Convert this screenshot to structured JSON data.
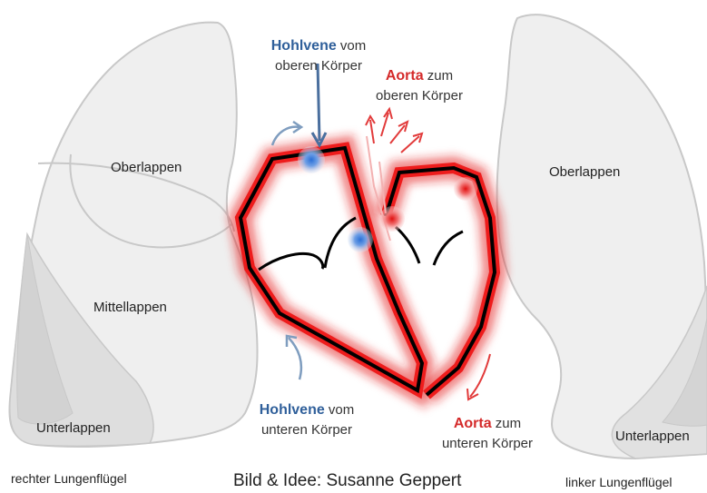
{
  "lungs": {
    "right": {
      "name": "rechter Lungenflügel",
      "upper": "Oberlappen",
      "middle": "Mittellappen",
      "lower": "Unterlappen"
    },
    "left": {
      "name": "linker Lungenflügel",
      "upper": "Oberlappen",
      "lower": "Unterlappen"
    }
  },
  "vessels": {
    "vena_upper": {
      "name": "Hohlvene",
      "rest": "vom",
      "line2": "oberen Körper"
    },
    "vena_lower": {
      "name": "Hohlvene",
      "rest": "vom",
      "line2": "unteren Körper"
    },
    "aorta_upper": {
      "name": "Aorta",
      "rest": "zum",
      "line2": "oberen Körper"
    },
    "aorta_lower": {
      "name": "Aorta",
      "rest": "zum",
      "line2": "unteren Körper"
    }
  },
  "credit": "Bild & Idee: Susanne Geppert",
  "colors": {
    "lung_fill": "#efefef",
    "lung_stroke": "#cfcfcf",
    "heart_outline": "#000000",
    "heart_glow": "#e41b1b",
    "vena_blue": "#2f5f9a",
    "aorta_red": "#d42a2a"
  }
}
